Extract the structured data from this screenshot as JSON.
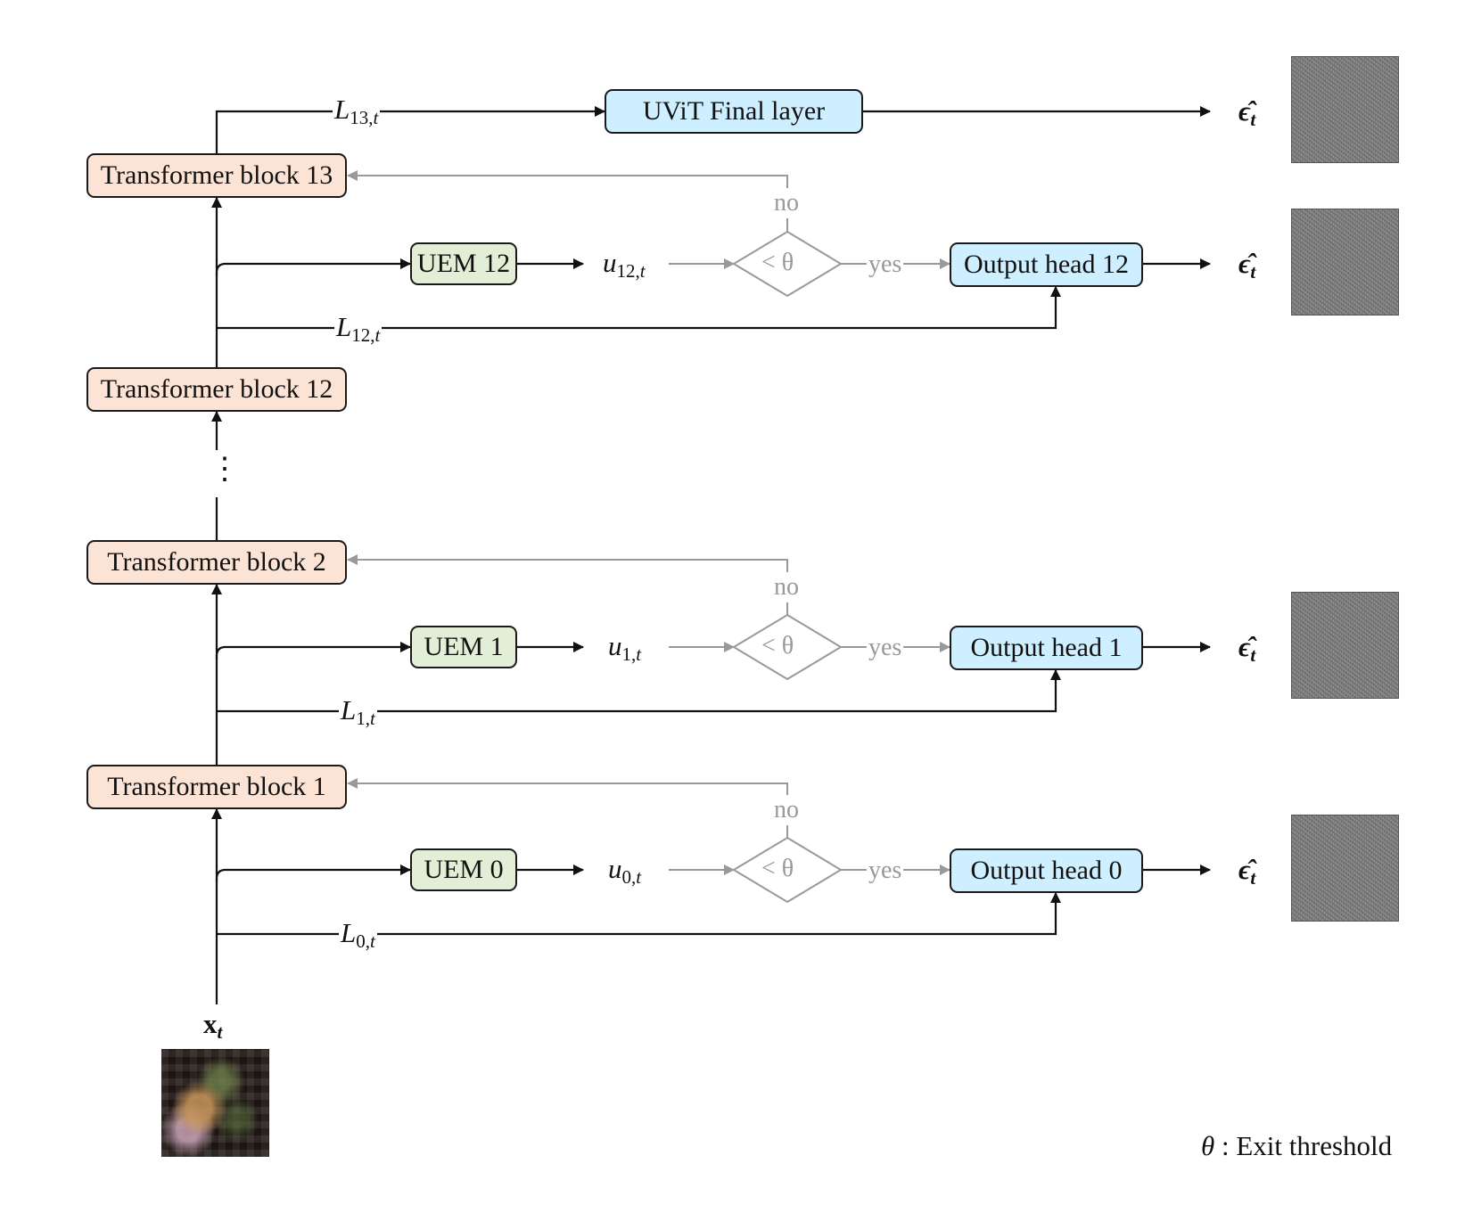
{
  "blocks": {
    "tb13": "Transformer block 13",
    "tb12": "Transformer block 12",
    "tb2": "Transformer block 2",
    "tb1": "Transformer block 1"
  },
  "final_layer": "UViT Final layer",
  "exits": [
    {
      "uem": "UEM 12",
      "head": "Output head 12",
      "u": "u",
      "u_sub": "12,",
      "L": "L",
      "L_sub": "12,"
    },
    {
      "uem": "UEM 1",
      "head": "Output head 1",
      "u": "u",
      "u_sub": "1,",
      "L": "L",
      "L_sub": "1,"
    },
    {
      "uem": "UEM 0",
      "head": "Output head 0",
      "u": "u",
      "u_sub": "0,",
      "L": "L",
      "L_sub": "0,"
    }
  ],
  "final_loss": {
    "L": "L",
    "L_sub": "13,"
  },
  "t": "t",
  "decision": {
    "threshold": "< θ",
    "yes": "yes",
    "no": "no"
  },
  "output_symbol": "ϵ̂",
  "input": {
    "symbol": "x",
    "sub": "t"
  },
  "ellipsis": "⋮",
  "legend": {
    "symbol": "θ",
    "text": " : Exit threshold"
  }
}
